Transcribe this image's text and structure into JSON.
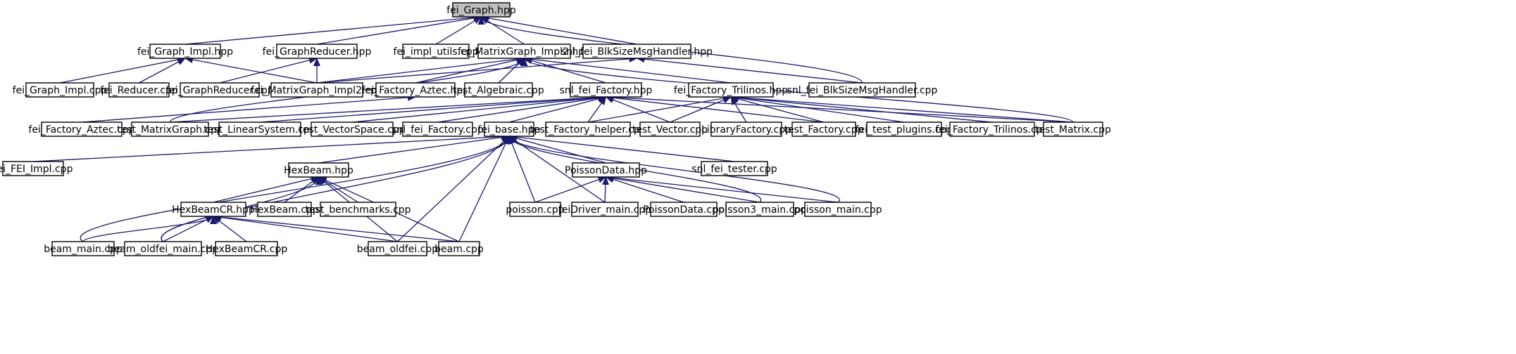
{
  "diagram": {
    "type": "include-dependency-graph",
    "edge_color": "#191970",
    "root_fill": "#bfbfbf",
    "nodes": [
      {
        "id": "fei_Graph_hpp",
        "label": "fei_Graph.hpp",
        "root": true
      },
      {
        "id": "fei_Graph_Impl_hpp",
        "label": "fei_Graph_Impl.hpp"
      },
      {
        "id": "fei_GraphReducer_hpp",
        "label": "fei_GraphReducer.hpp"
      },
      {
        "id": "fei_impl_utils_cpp",
        "label": "fei_impl_utils.cpp"
      },
      {
        "id": "fei_MatrixGraph_Impl2_hpp",
        "label": "fei_MatrixGraph_Impl2.hpp"
      },
      {
        "id": "snl_fei_BlkSizeMsgHandler_hpp",
        "label": "snl_fei_BlkSizeMsgHandler.hpp"
      },
      {
        "id": "fei_Graph_Impl_cpp",
        "label": "fei_Graph_Impl.cpp"
      },
      {
        "id": "fei_Reducer_cpp",
        "label": "fei_Reducer.cpp"
      },
      {
        "id": "fei_GraphReducer_cpp",
        "label": "fei_GraphReducer.cpp"
      },
      {
        "id": "fei_MatrixGraph_Impl2_cpp",
        "label": "fei_MatrixGraph_Impl2.cpp"
      },
      {
        "id": "fei_Factory_Aztec_hpp",
        "label": "fei_Factory_Aztec.hpp"
      },
      {
        "id": "test_Algebraic_cpp",
        "label": "test_Algebraic.cpp"
      },
      {
        "id": "snl_fei_Factory_hpp",
        "label": "snl_fei_Factory.hpp"
      },
      {
        "id": "fei_Factory_Trilinos_hpp",
        "label": "fei_Factory_Trilinos.hpp"
      },
      {
        "id": "snl_fei_BlkSizeMsgHandler_cpp",
        "label": "snl_fei_BlkSizeMsgHandler.cpp"
      },
      {
        "id": "fei_Factory_Aztec_cpp",
        "label": "fei_Factory_Aztec.cpp"
      },
      {
        "id": "test_MatrixGraph_cpp",
        "label": "test_MatrixGraph.cpp"
      },
      {
        "id": "test_LinearSystem_cpp",
        "label": "test_LinearSystem.cpp"
      },
      {
        "id": "test_VectorSpace_cpp",
        "label": "test_VectorSpace.cpp"
      },
      {
        "id": "snl_fei_Factory_cpp",
        "label": "snl_fei_Factory.cpp"
      },
      {
        "id": "fei_base_hpp",
        "label": "fei_base.hpp"
      },
      {
        "id": "test_Factory_helper_cpp",
        "label": "test_Factory_helper.cpp"
      },
      {
        "id": "test_Vector_cpp",
        "label": "test_Vector.cpp"
      },
      {
        "id": "LibraryFactory_cpp",
        "label": "LibraryFactory.cpp"
      },
      {
        "id": "test_Factory_cpp",
        "label": "test_Factory.cpp"
      },
      {
        "id": "fei_test_plugins_cpp",
        "label": "fei_test_plugins.cpp"
      },
      {
        "id": "fei_Factory_Trilinos_cpp",
        "label": "fei_Factory_Trilinos.cpp"
      },
      {
        "id": "test_Matrix_cpp",
        "label": "test_Matrix.cpp"
      },
      {
        "id": "fei_FEI_Impl_cpp",
        "label": "fei_FEI_Impl.cpp"
      },
      {
        "id": "HexBeam_hpp",
        "label": "HexBeam.hpp"
      },
      {
        "id": "PoissonData_hpp",
        "label": "PoissonData.hpp"
      },
      {
        "id": "snl_fei_tester_cpp",
        "label": "snl_fei_tester.cpp"
      },
      {
        "id": "HexBeamCR_hpp",
        "label": "HexBeamCR.hpp"
      },
      {
        "id": "HexBeam_cpp",
        "label": "HexBeam.cpp"
      },
      {
        "id": "test_benchmarks_cpp",
        "label": "test_benchmarks.cpp"
      },
      {
        "id": "poisson_cpp",
        "label": "poisson.cpp"
      },
      {
        "id": "feiDriver_main_cpp",
        "label": "feiDriver_main.cpp"
      },
      {
        "id": "PoissonData_cpp",
        "label": "PoissonData.cpp"
      },
      {
        "id": "poisson3_main_cpp",
        "label": "poisson3_main.cpp"
      },
      {
        "id": "poisson_main_cpp",
        "label": "poisson_main.cpp"
      },
      {
        "id": "beam_main_cpp",
        "label": "beam_main.cpp"
      },
      {
        "id": "beam_oldfei_main_cpp",
        "label": "beam_oldfei_main.cpp"
      },
      {
        "id": "HexBeamCR_cpp",
        "label": "HexBeamCR.cpp"
      },
      {
        "id": "beam_oldfei_cpp",
        "label": "beam_oldfei.cpp"
      },
      {
        "id": "beam_cpp",
        "label": "beam.cpp"
      }
    ],
    "edges": [
      [
        "fei_Graph_Impl_hpp",
        "fei_Graph_hpp"
      ],
      [
        "fei_GraphReducer_hpp",
        "fei_Graph_hpp"
      ],
      [
        "fei_impl_utils_cpp",
        "fei_Graph_hpp"
      ],
      [
        "fei_MatrixGraph_Impl2_hpp",
        "fei_Graph_hpp"
      ],
      [
        "snl_fei_BlkSizeMsgHandler_hpp",
        "fei_Graph_hpp"
      ],
      [
        "snl_fei_BlkSizeMsgHandler_cpp",
        "fei_Graph_hpp"
      ],
      [
        "fei_Graph_Impl_cpp",
        "fei_Graph_Impl_hpp"
      ],
      [
        "fei_Reducer_cpp",
        "fei_Graph_Impl_hpp"
      ],
      [
        "fei_MatrixGraph_Impl2_cpp",
        "fei_Graph_Impl_hpp"
      ],
      [
        "fei_GraphReducer_cpp",
        "fei_GraphReducer_hpp"
      ],
      [
        "fei_MatrixGraph_Impl2_cpp",
        "fei_GraphReducer_hpp"
      ],
      [
        "fei_MatrixGraph_Impl2_cpp",
        "fei_MatrixGraph_Impl2_hpp"
      ],
      [
        "fei_Factory_Aztec_hpp",
        "fei_MatrixGraph_Impl2_hpp"
      ],
      [
        "test_Algebraic_cpp",
        "fei_MatrixGraph_Impl2_hpp"
      ],
      [
        "snl_fei_Factory_hpp",
        "fei_MatrixGraph_Impl2_hpp"
      ],
      [
        "fei_Factory_Trilinos_hpp",
        "fei_MatrixGraph_Impl2_hpp"
      ],
      [
        "test_MatrixGraph_cpp",
        "fei_MatrixGraph_Impl2_hpp"
      ],
      [
        "test_Matrix_cpp",
        "fei_MatrixGraph_Impl2_hpp"
      ],
      [
        "fei_MatrixGraph_Impl2_cpp",
        "snl_fei_BlkSizeMsgHandler_hpp"
      ],
      [
        "snl_fei_BlkSizeMsgHandler_cpp",
        "snl_fei_BlkSizeMsgHandler_hpp"
      ],
      [
        "fei_Factory_Aztec_cpp",
        "fei_Factory_Aztec_hpp"
      ],
      [
        "test_MatrixGraph_cpp",
        "snl_fei_Factory_hpp"
      ],
      [
        "test_LinearSystem_cpp",
        "snl_fei_Factory_hpp"
      ],
      [
        "test_VectorSpace_cpp",
        "snl_fei_Factory_hpp"
      ],
      [
        "snl_fei_Factory_cpp",
        "snl_fei_Factory_hpp"
      ],
      [
        "fei_base_hpp",
        "snl_fei_Factory_hpp"
      ],
      [
        "test_Factory_helper_cpp",
        "snl_fei_Factory_hpp"
      ],
      [
        "test_Vector_cpp",
        "snl_fei_Factory_hpp"
      ],
      [
        "test_Factory_cpp",
        "snl_fei_Factory_hpp"
      ],
      [
        "test_Matrix_cpp",
        "snl_fei_Factory_hpp"
      ],
      [
        "test_Factory_helper_cpp",
        "fei_Factory_Trilinos_hpp"
      ],
      [
        "test_Vector_cpp",
        "fei_Factory_Trilinos_hpp"
      ],
      [
        "LibraryFactory_cpp",
        "fei_Factory_Trilinos_hpp"
      ],
      [
        "test_Factory_cpp",
        "fei_Factory_Trilinos_hpp"
      ],
      [
        "fei_test_plugins_cpp",
        "fei_Factory_Trilinos_hpp"
      ],
      [
        "fei_Factory_Trilinos_cpp",
        "fei_Factory_Trilinos_hpp"
      ],
      [
        "test_Matrix_cpp",
        "fei_Factory_Trilinos_hpp"
      ],
      [
        "fei_FEI_Impl_cpp",
        "fei_base_hpp"
      ],
      [
        "HexBeam_hpp",
        "fei_base_hpp"
      ],
      [
        "PoissonData_hpp",
        "fei_base_hpp"
      ],
      [
        "snl_fei_tester_cpp",
        "fei_base_hpp"
      ],
      [
        "poisson_cpp",
        "fei_base_hpp"
      ],
      [
        "feiDriver_main_cpp",
        "fei_base_hpp"
      ],
      [
        "poisson3_main_cpp",
        "fei_base_hpp"
      ],
      [
        "poisson_main_cpp",
        "fei_base_hpp"
      ],
      [
        "beam_main_cpp",
        "fei_base_hpp"
      ],
      [
        "beam_oldfei_main_cpp",
        "fei_base_hpp"
      ],
      [
        "beam_oldfei_cpp",
        "fei_base_hpp"
      ],
      [
        "beam_cpp",
        "fei_base_hpp"
      ],
      [
        "HexBeamCR_hpp",
        "HexBeam_hpp"
      ],
      [
        "HexBeam_cpp",
        "HexBeam_hpp"
      ],
      [
        "test_benchmarks_cpp",
        "HexBeam_hpp"
      ],
      [
        "beam_oldfei_main_cpp",
        "HexBeam_hpp"
      ],
      [
        "beam_oldfei_cpp",
        "HexBeam_hpp"
      ],
      [
        "beam_cpp",
        "HexBeam_hpp"
      ],
      [
        "poisson_cpp",
        "PoissonData_hpp"
      ],
      [
        "feiDriver_main_cpp",
        "PoissonData_hpp"
      ],
      [
        "PoissonData_cpp",
        "PoissonData_hpp"
      ],
      [
        "poisson3_main_cpp",
        "PoissonData_hpp"
      ],
      [
        "poisson_main_cpp",
        "PoissonData_hpp"
      ],
      [
        "beam_main_cpp",
        "HexBeamCR_hpp"
      ],
      [
        "beam_oldfei_main_cpp",
        "HexBeamCR_hpp"
      ],
      [
        "HexBeamCR_cpp",
        "HexBeamCR_hpp"
      ],
      [
        "beam_oldfei_cpp",
        "HexBeamCR_hpp"
      ],
      [
        "beam_cpp",
        "HexBeamCR_hpp"
      ]
    ]
  }
}
